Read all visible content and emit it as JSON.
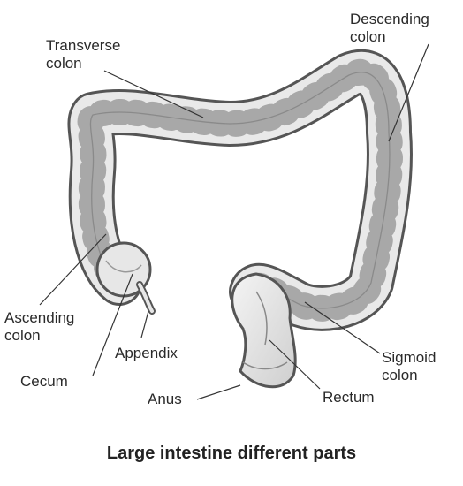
{
  "title": "Large intestine different parts",
  "labels": {
    "transverse": [
      "Transverse",
      "colon"
    ],
    "descending": [
      "Descending",
      "colon"
    ],
    "ascending": [
      "Ascending",
      "colon"
    ],
    "cecum": "Cecum",
    "appendix": "Appendix",
    "anus": "Anus",
    "rectum": "Rectum",
    "sigmoid": [
      "Sigmoid",
      "colon"
    ]
  }
}
